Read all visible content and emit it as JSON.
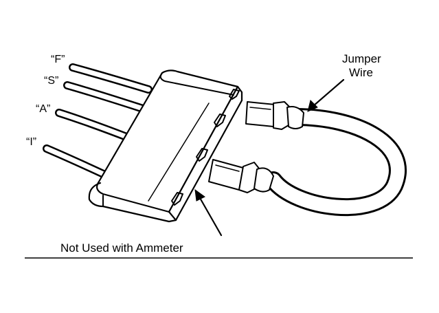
{
  "labels": {
    "wire_f": "“F”",
    "wire_s": "“S”",
    "wire_a": "“A”",
    "wire_i": "“I”",
    "jumper_line1": "Jumper",
    "jumper_line2": "Wire",
    "caption": "Not Used with Ammeter"
  }
}
